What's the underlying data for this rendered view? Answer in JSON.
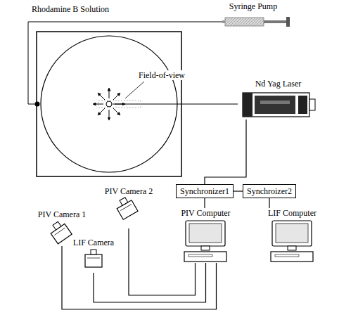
{
  "diagram": {
    "nodes": [
      {
        "text": [
          "Syringe Pump"
        ]
      },
      {
        "text": [
          "Nd Yag Laser"
        ]
      },
      {
        "text": [
          "Synchronizer1"
        ]
      },
      {
        "text": [
          "Synchroizer2"
        ]
      },
      {
        "text": [
          "PIV Camera 1"
        ]
      },
      {
        "text": [
          "PIV Camera 2"
        ]
      },
      {
        "text": [
          "LIF Camera"
        ]
      },
      {
        "text": [
          "PIV Computer"
        ]
      },
      {
        "text": [
          "LIF Computer"
        ]
      }
    ],
    "edges": [
      {
        "from": 1,
        "to": 2,
        "arrow": "none"
      },
      {
        "from": 2,
        "to": 3,
        "arrow": "none"
      },
      {
        "from": 2,
        "to": 7,
        "arrow": "none"
      },
      {
        "from": 3,
        "to": 8,
        "arrow": "none"
      },
      {
        "from": 4,
        "to": 7,
        "arrow": "none"
      },
      {
        "from": 5,
        "to": 7,
        "arrow": "none"
      },
      {
        "from": 6,
        "to": 7,
        "arrow": "none"
      }
    ],
    "labels": [
      "Rhodamine B Solution",
      "Field-of-view"
    ]
  }
}
